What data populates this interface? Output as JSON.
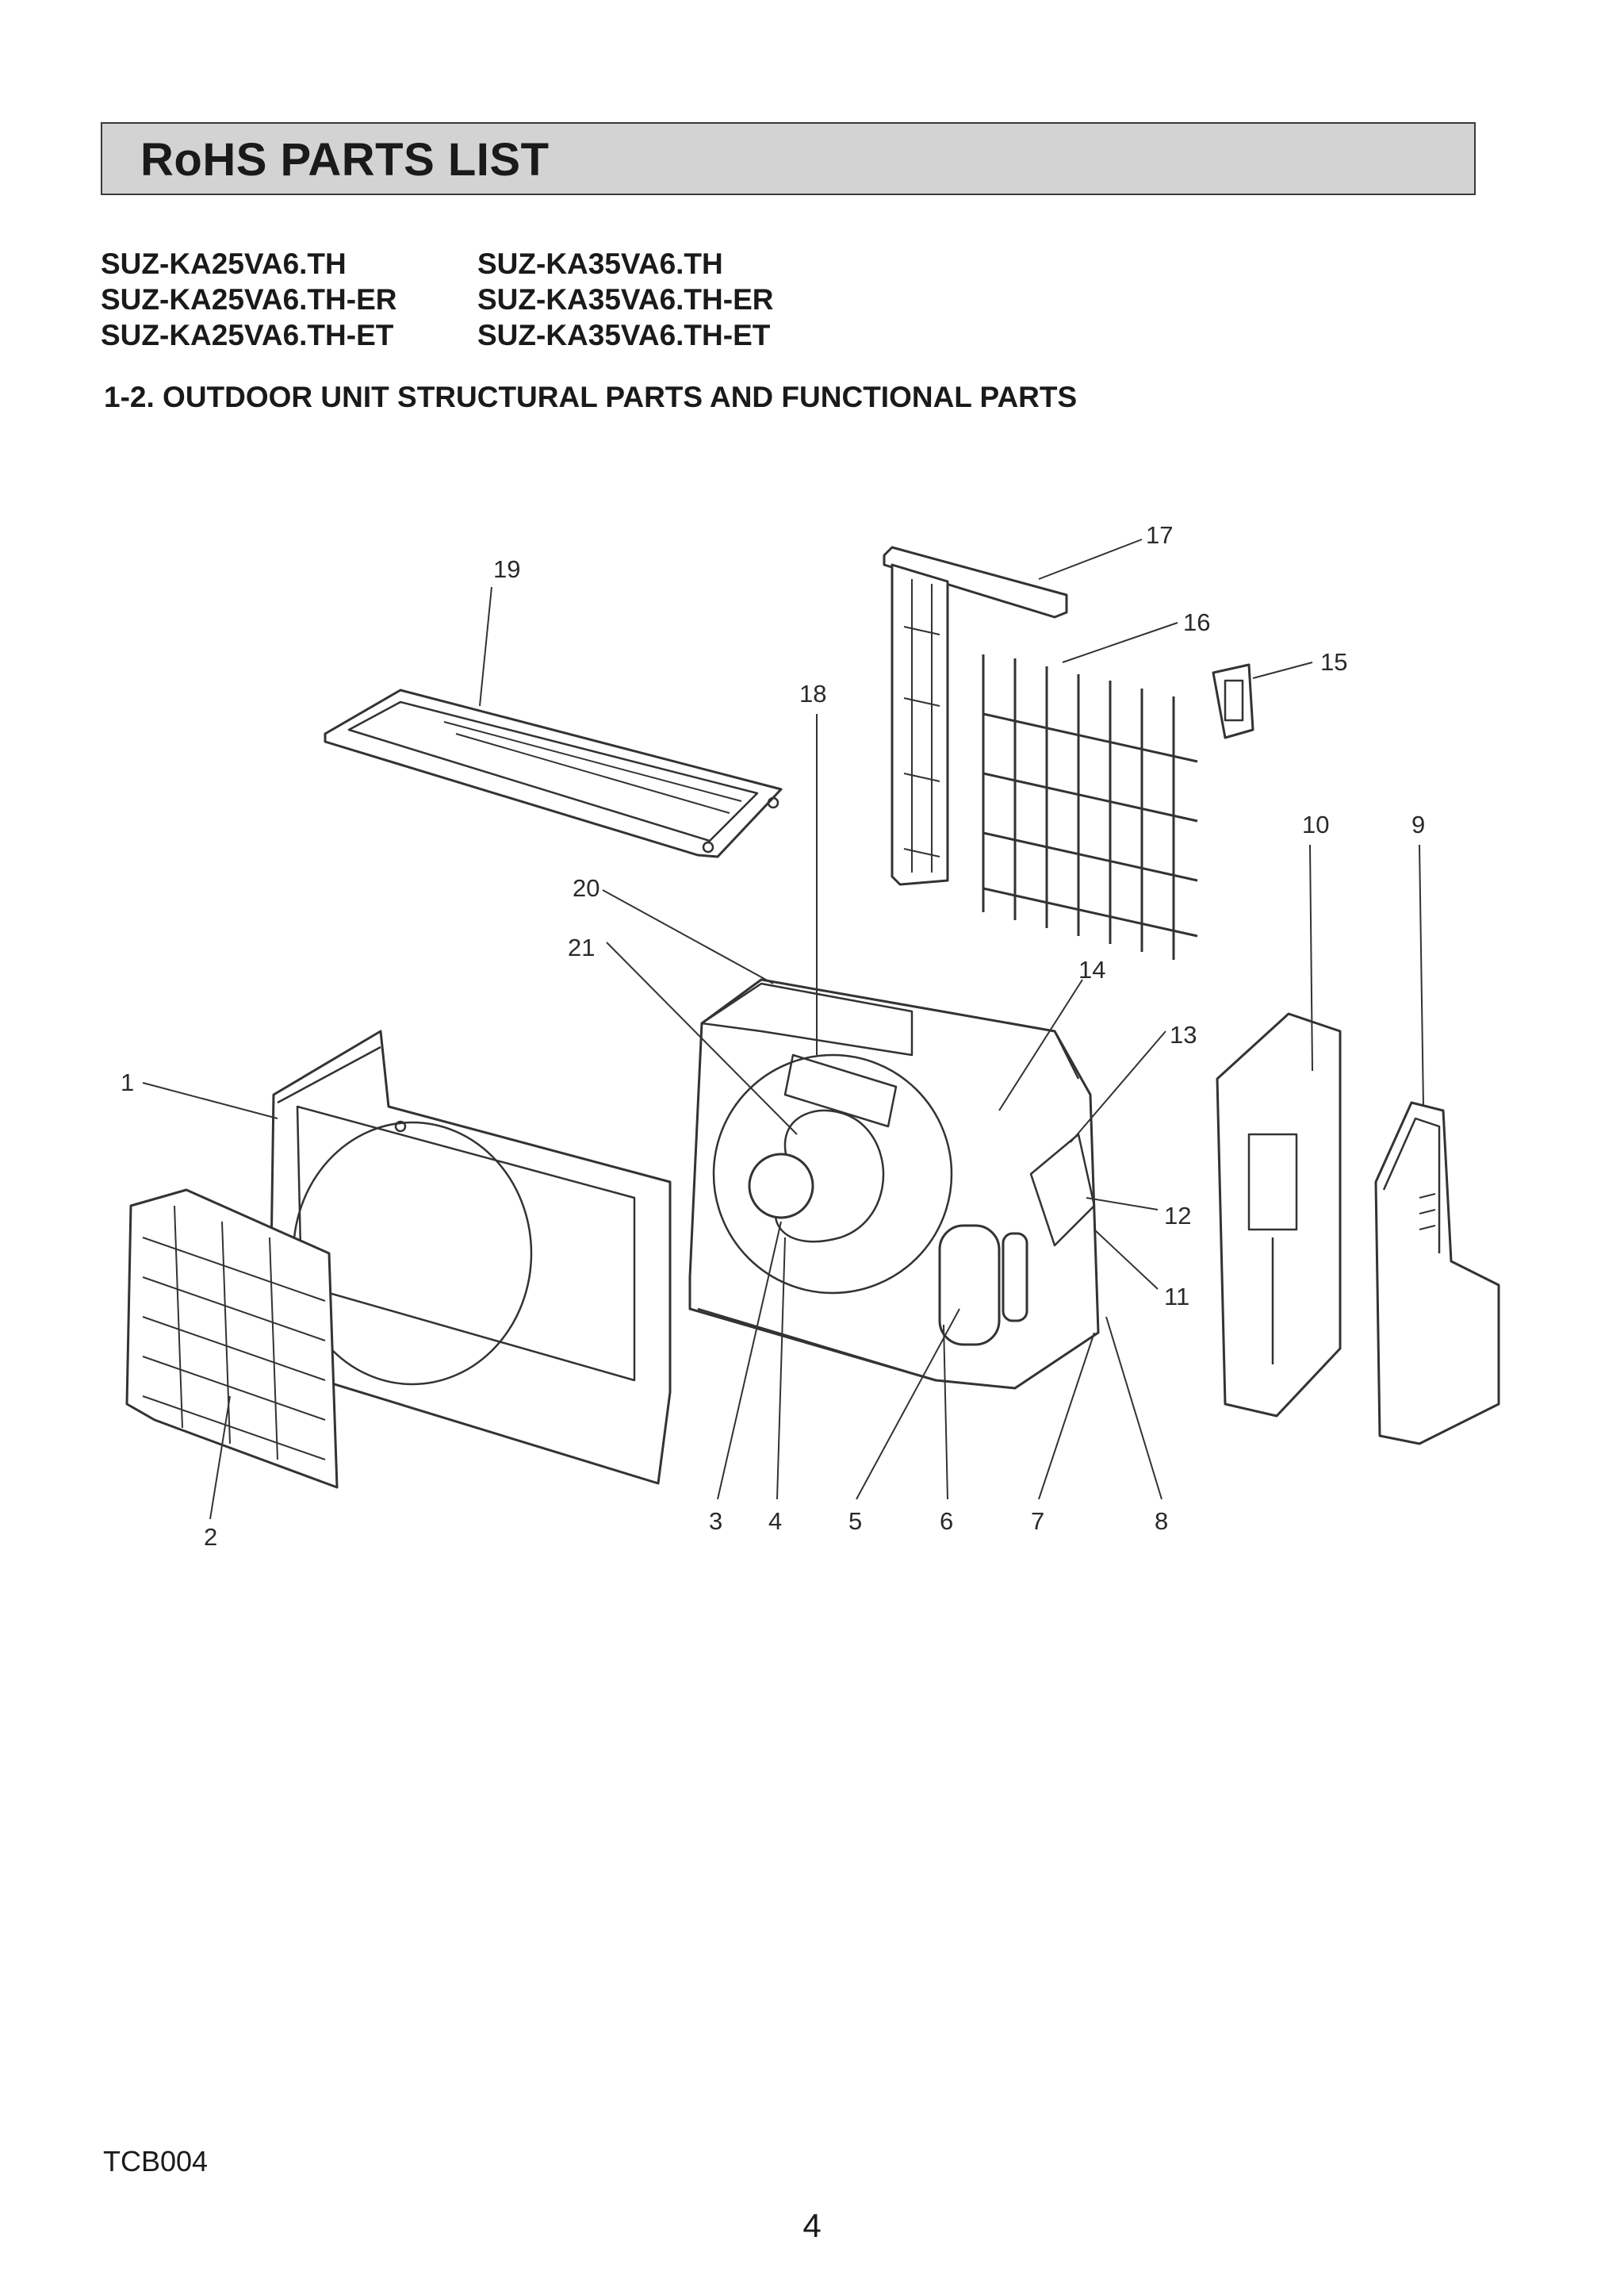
{
  "header": {
    "title": "RoHS PARTS LIST"
  },
  "models": {
    "left": [
      "SUZ-KA25VA6.TH",
      "SUZ-KA25VA6.TH-ER",
      "SUZ-KA25VA6.TH-ET"
    ],
    "right": [
      "SUZ-KA35VA6.TH",
      "SUZ-KA35VA6.TH-ER",
      "SUZ-KA35VA6.TH-ET"
    ]
  },
  "section_title": "1-2. OUTDOOR UNIT STRUCTURAL PARTS AND FUNCTIONAL PARTS",
  "callouts": [
    "1",
    "2",
    "3",
    "4",
    "5",
    "6",
    "7",
    "8",
    "9",
    "10",
    "11",
    "12",
    "13",
    "14",
    "15",
    "16",
    "17",
    "18",
    "19",
    "20",
    "21"
  ],
  "footer": {
    "code": "TCB004",
    "page": "4"
  }
}
